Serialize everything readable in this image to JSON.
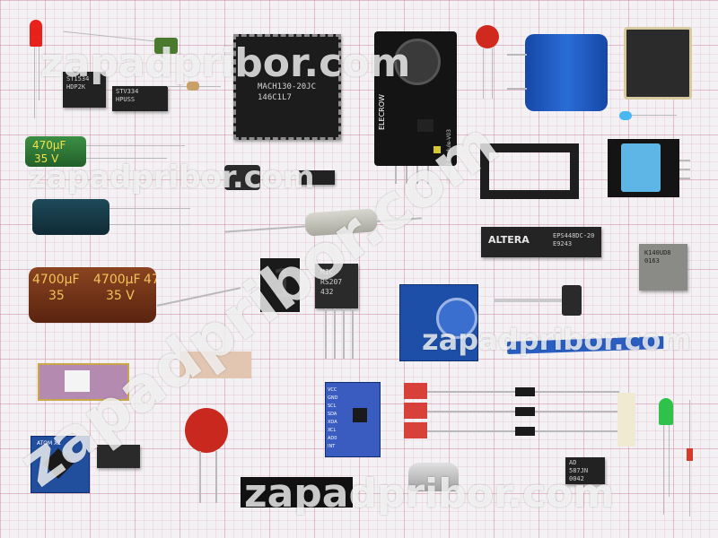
{
  "watermark": {
    "top": "zapadpribor.com",
    "diagonal": "zapadpribor.com",
    "mid_left": "zapadpribor.com",
    "mid_right": "zapadpribor.com",
    "bottom": "zapadpribor.com"
  },
  "components": {
    "plcc_chip": {
      "line1": "MACH130-20JC",
      "line2": "146C1L7"
    },
    "elecrow_module": {
      "brand": "ELECROW",
      "side_text": "DS1307 Module-V03"
    },
    "cap_470uf": {
      "value": "470µF",
      "voltage": "35 V"
    },
    "cap_4700uf": {
      "value1": "4700µF",
      "value2": "4700µF",
      "value3": "47",
      "voltage1": "35",
      "voltage2": "35 V"
    },
    "seven_segment": {
      "digit": "1"
    },
    "bridge_rectifier": {
      "line1": "MIC",
      "line2": "RS207",
      "line3": "432"
    },
    "altera_chip": {
      "logo": "ALTERA",
      "line1": "EPS448DC-20",
      "line2": "E9243"
    },
    "ad_chip": {
      "line1": "AD",
      "line2": "587JN",
      "line3": "0042"
    },
    "dip_chip_small": {
      "line1": "ST1534",
      "line2": "HDP2K"
    },
    "soic_chip": {
      "line1": "STV334",
      "line2": "HPUSS"
    },
    "hermetic_chip": {
      "line1": "K140UD8",
      "line2": "0163"
    },
    "accel_module": {
      "pins": [
        "VCC",
        "GND",
        "SCL",
        "SDA",
        "XDA",
        "XCL",
        "AD0",
        "INT"
      ]
    },
    "arduino_board": {
      "label": "ATOM X1"
    }
  },
  "colors": {
    "pcb_blue": "#1d4fa8",
    "cap_blue": "#1e5fc2",
    "cap_green": "#2f7a3a",
    "cap_brown": "#7a3a1a",
    "varistor_red": "#c8281e",
    "led_green": "#2ec24a",
    "led_red": "#e0201a"
  }
}
